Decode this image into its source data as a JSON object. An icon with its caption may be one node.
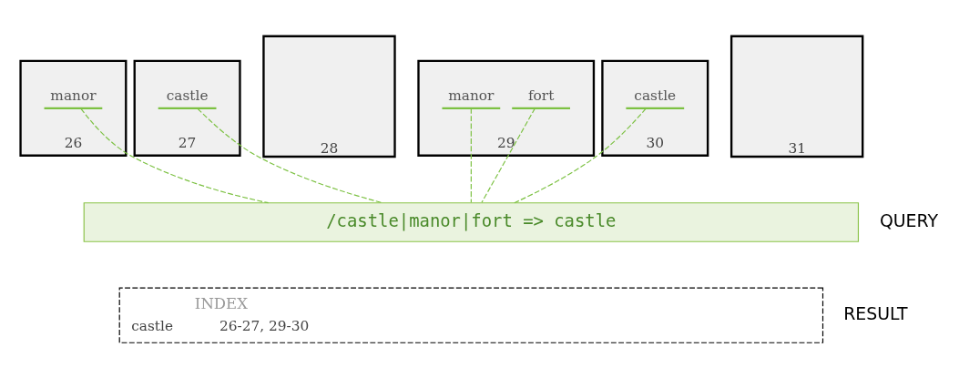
{
  "diagram": {
    "nodes": [
      {
        "text": [
          "26"
        ]
      },
      {
        "text": [
          "manor"
        ],
        "in": 0
      },
      {
        "text": [
          "27"
        ]
      },
      {
        "text": [
          "castle"
        ],
        "in": 2
      },
      {
        "text": [
          "28"
        ]
      },
      {
        "text": [
          "29"
        ]
      },
      {
        "text": [
          "fort"
        ],
        "in": 5
      },
      {
        "text": [
          "manor"
        ],
        "in": 5
      },
      {
        "text": [
          "30"
        ]
      },
      {
        "text": [
          "castle"
        ],
        "in": 8
      },
      {
        "text": [
          "31"
        ]
      },
      {
        "text": [
          "/castle|manor|fort => castle"
        ],
        "beside": [
          "QUERY"
        ]
      },
      {
        "text": [
          "INDEX",
          "castle",
          "26-27, 29-30"
        ],
        "beside": [
          "RESULT"
        ]
      }
    ],
    "edges": [
      {
        "from": 1,
        "to": 11,
        "arrow": "none",
        "style": "dashed"
      },
      {
        "from": 3,
        "to": 11,
        "arrow": "none",
        "style": "dashed"
      },
      {
        "from": 7,
        "to": 11,
        "arrow": "none",
        "style": "dashed"
      },
      {
        "from": 6,
        "to": 11,
        "arrow": "none",
        "style": "dashed"
      },
      {
        "from": 9,
        "to": 11,
        "arrow": "none",
        "style": "dashed"
      }
    ]
  }
}
